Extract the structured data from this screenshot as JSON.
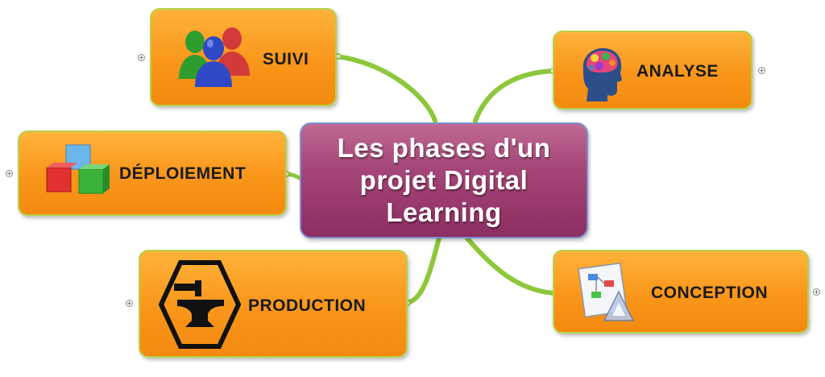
{
  "diagram": {
    "center": {
      "title": "Les phases d'un\nprojet Digital\nLearning"
    },
    "nodes": {
      "suivi": {
        "label": "SUIVI",
        "icon": "users-icon"
      },
      "analyse": {
        "label": "ANALYSE",
        "icon": "brain-head-icon"
      },
      "deploiement": {
        "label": "DÉPLOIEMENT",
        "icon": "cubes-icon"
      },
      "production": {
        "label": "PRODUCTION",
        "icon": "anvil-icon"
      },
      "conception": {
        "label": "CONCEPTION",
        "icon": "flowchart-tools-icon"
      }
    },
    "colors": {
      "center_fill": "#a54578",
      "node_fill": "#f9961a",
      "node_border": "#b6d24a",
      "connector": "#8cc83a"
    }
  }
}
